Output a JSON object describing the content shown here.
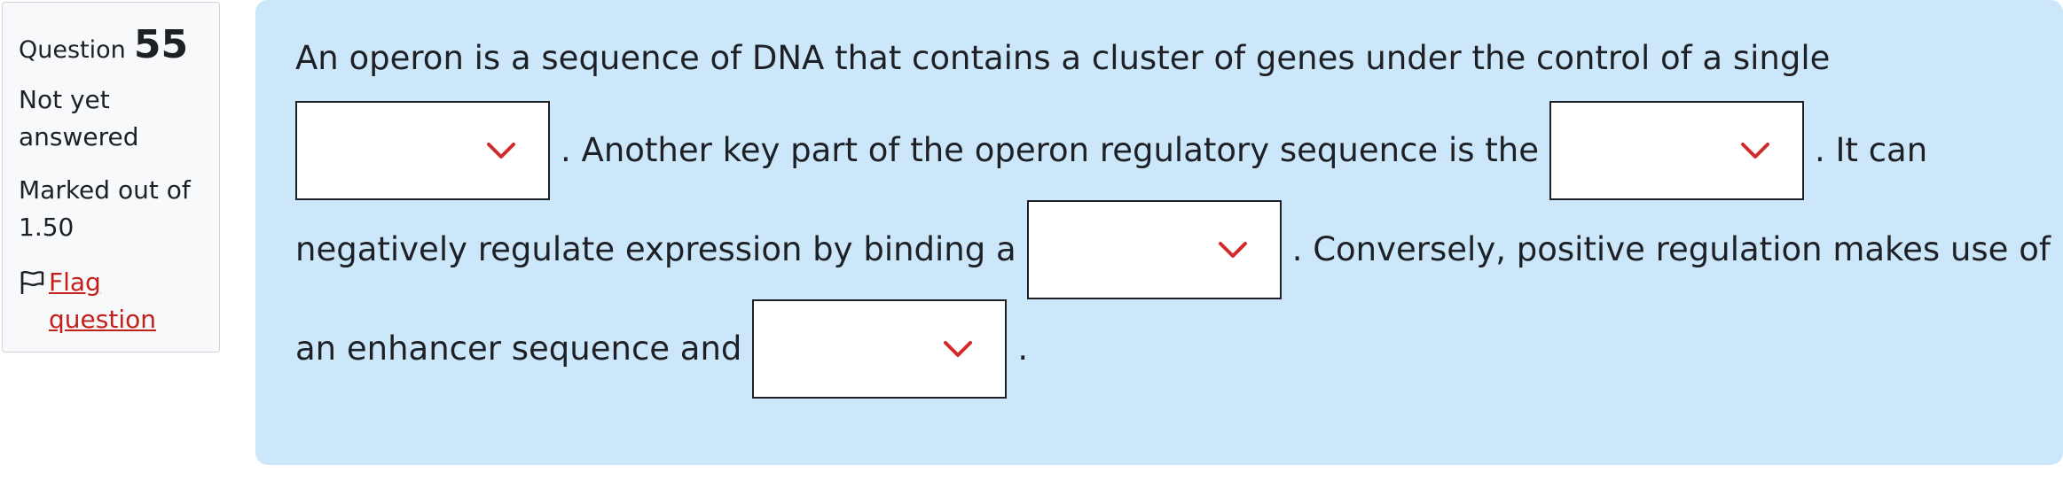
{
  "info": {
    "question_label": "Question",
    "question_number": "55",
    "state_line1": "Not yet",
    "state_line2": "answered",
    "grade_line1": "Marked out of",
    "grade_line2": "1.50",
    "flag_line1": "Flag",
    "flag_line2": "question",
    "flag_icon": "flag-outline-icon"
  },
  "question": {
    "text_1": "An operon is a sequence of DNA that contains a cluster of genes under the control of a single",
    "text_2": ". Another key part of the operon regulatory sequence is the",
    "text_3": ". It can",
    "text_4": "negatively regulate expression by binding a",
    "text_5": ". Conversely, positive regulation makes use of",
    "text_6": "an enhancer sequence and",
    "text_7": ".",
    "dropdowns": [
      {
        "selected": ""
      },
      {
        "selected": ""
      },
      {
        "selected": ""
      },
      {
        "selected": ""
      }
    ]
  },
  "colors": {
    "panel_bg": "#cce6fa",
    "info_bg": "#f8f9fa",
    "accent_red": "#c4201b",
    "chevron_red": "#d22a2a"
  }
}
